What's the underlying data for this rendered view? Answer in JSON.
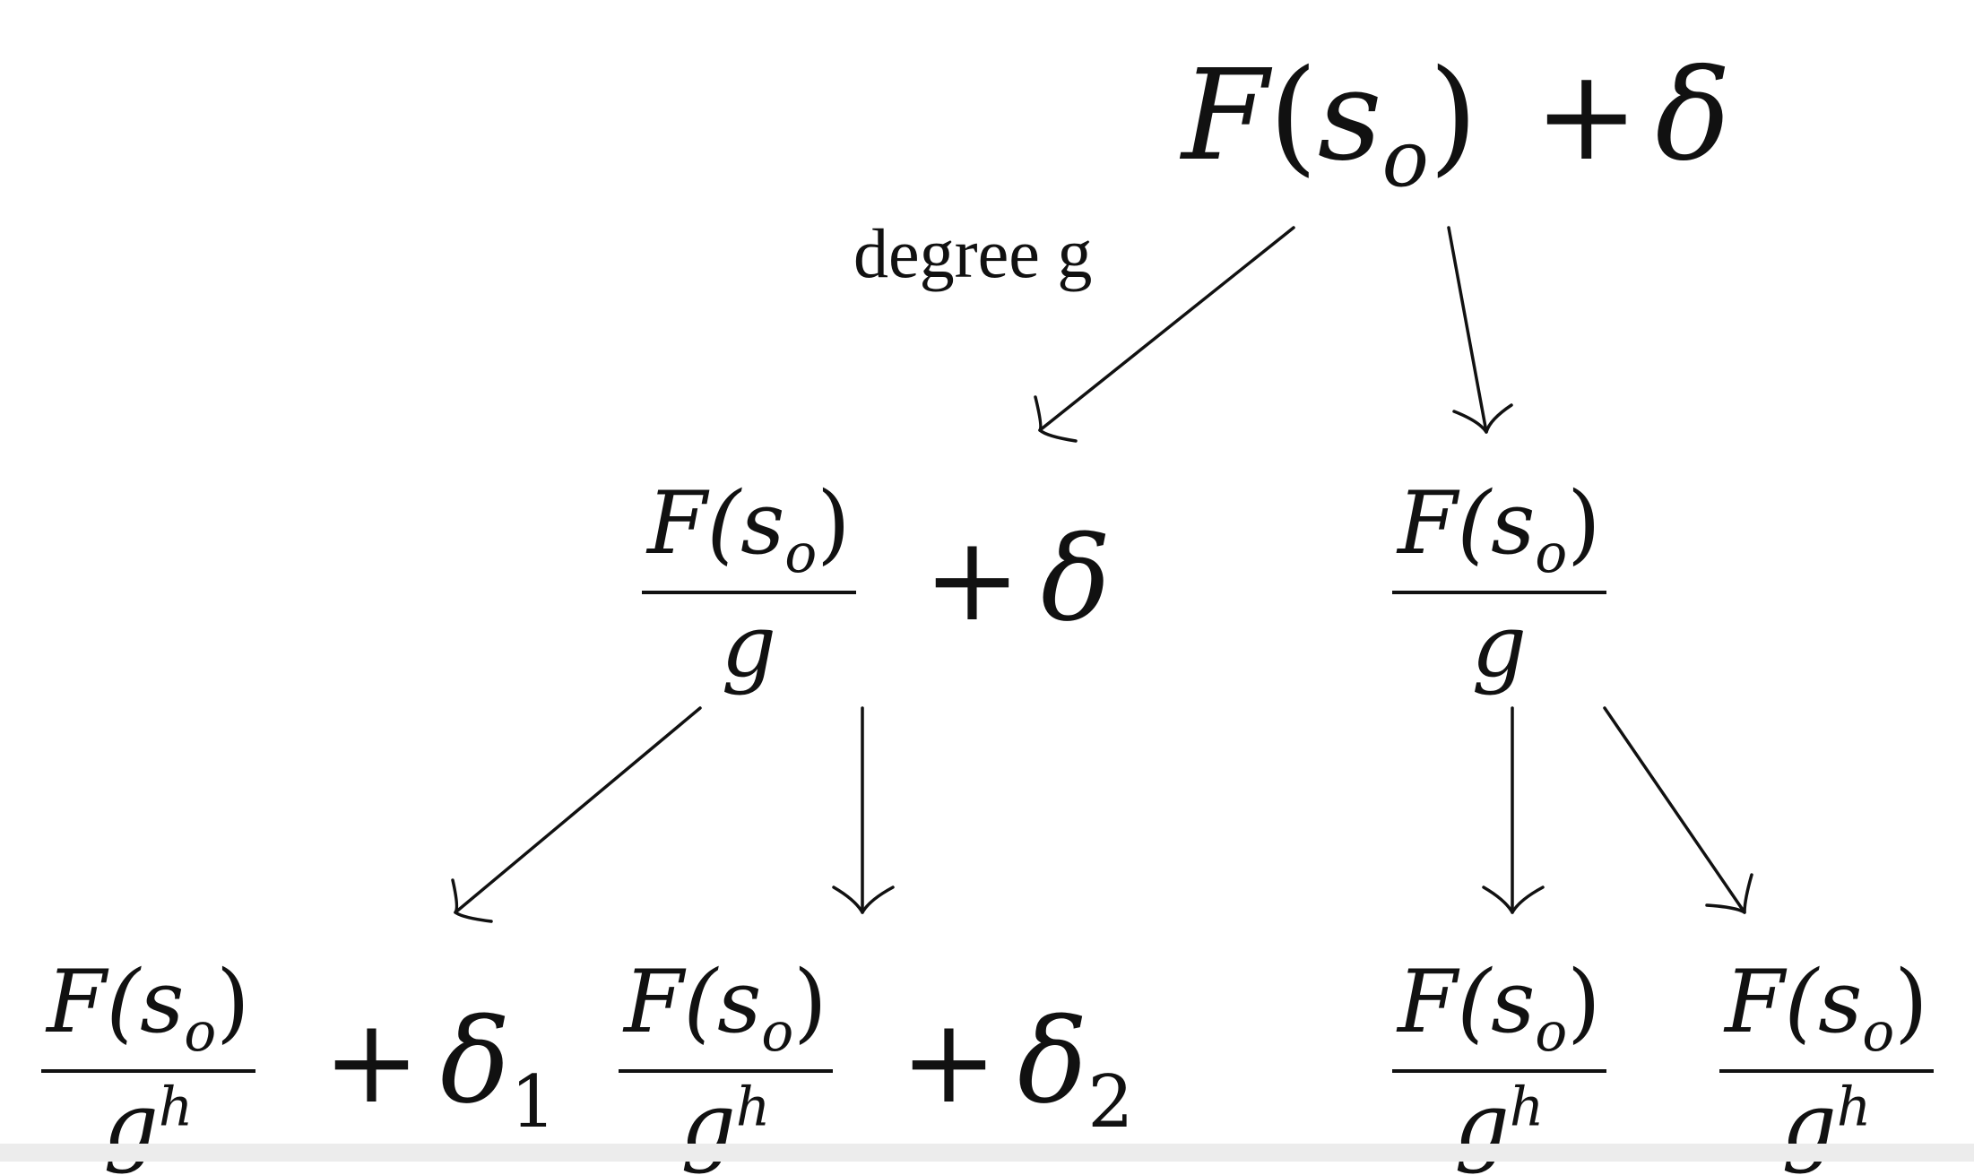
{
  "root": {
    "F": "F",
    "lparen": "(",
    "s": "s",
    "sub_o": "o",
    "rparen": ")",
    "plus": "+",
    "delta": "δ"
  },
  "edge_label": "degree g",
  "mid_left": {
    "num": "F(s",
    "sub_o": "o",
    "num_close": ")",
    "den": "g",
    "plus": "+",
    "delta": "δ"
  },
  "mid_right": {
    "num": "F(s",
    "sub_o": "o",
    "num_close": ")",
    "den": "g"
  },
  "leaf_1": {
    "num": "F(s",
    "sub_o": "o",
    "num_close": ")",
    "den": "g",
    "sup_h": "h",
    "plus": "+",
    "delta": "δ",
    "delta_sub": "1"
  },
  "leaf_2": {
    "num": "F(s",
    "sub_o": "o",
    "num_close": ")",
    "den": "g",
    "sup_h": "h",
    "plus": "+",
    "delta": "δ",
    "delta_sub": "2"
  },
  "leaf_3": {
    "num": "F(s",
    "sub_o": "o",
    "num_close": ")",
    "den": "g",
    "sup_h": "h"
  },
  "leaf_4": {
    "num": "F(s",
    "sub_o": "o",
    "num_close": ")",
    "den": "g",
    "sup_h": "h"
  }
}
